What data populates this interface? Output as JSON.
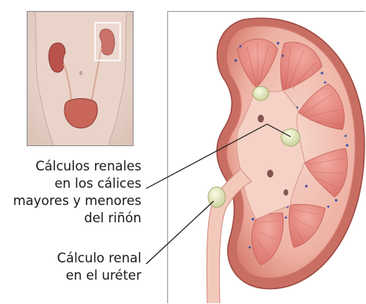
{
  "labels": {
    "kidney_stones_calyces": {
      "lines": [
        "Cálculos renales",
        "en los cálices",
        "mayores y menores",
        "del riñón"
      ]
    },
    "ureter_stone": {
      "lines": [
        "Cálculo renal",
        "en el uréter"
      ]
    }
  },
  "colors": {
    "background": "#ffffff",
    "leader_line": "#1a1a1a",
    "kidney_capsule": "#c96e63",
    "cortex": "#f0b6a8",
    "pyramid": "#e6877f",
    "pelvis": "#f6d2c6",
    "stone": "#e2e6bf",
    "vessel_dots": "#3e4ea3"
  },
  "icons": {
    "inset": "torso-urinary-system-inset",
    "main": "kidney-cross-section"
  }
}
